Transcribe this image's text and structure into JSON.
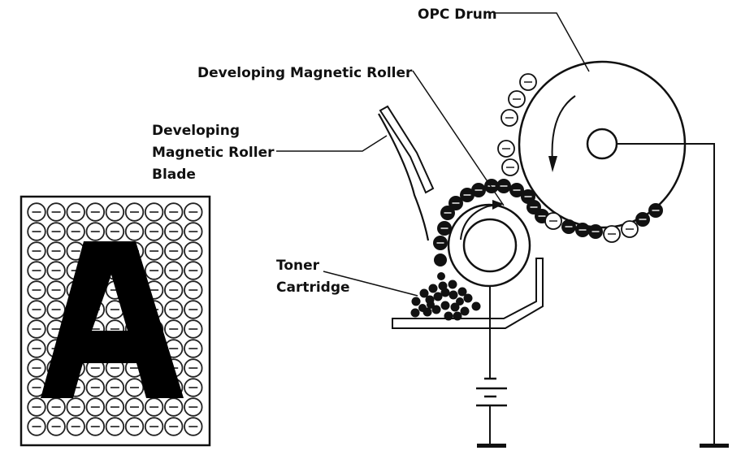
{
  "diagram": {
    "title": "Laser printer developing process",
    "labels": {
      "opc_drum": "OPC Drum",
      "developing_roller": "Developing Magnetic Roller",
      "blade_line1": "Developing",
      "blade_line2": "Magnetic Roller",
      "blade_line3": "Blade",
      "toner_line1": "Toner",
      "toner_line2": "Cartridge"
    },
    "sample_page": {
      "letter": "A",
      "grid_columns": 9,
      "grid_rows": 12,
      "charge_symbol": "−"
    },
    "charge_symbol": "−",
    "colors": {
      "ink": "#111111",
      "background": "#ffffff"
    }
  }
}
